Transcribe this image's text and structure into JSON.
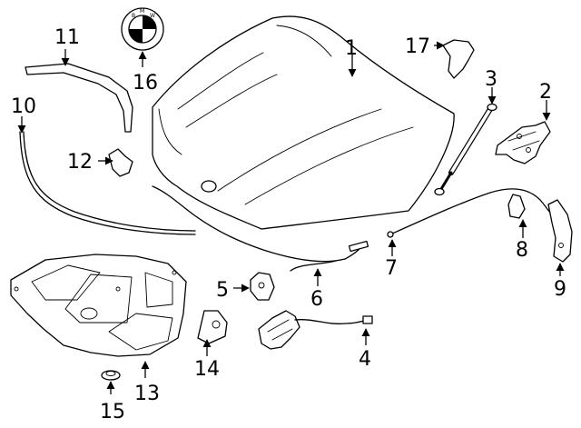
{
  "callouts": {
    "c1": "1",
    "c2": "2",
    "c3": "3",
    "c4": "4",
    "c5": "5",
    "c6": "6",
    "c7": "7",
    "c8": "8",
    "c9": "9",
    "c10": "10",
    "c11": "11",
    "c12": "12",
    "c13": "13",
    "c14": "14",
    "c15": "15",
    "c16": "16",
    "c17": "17"
  },
  "emblem": {
    "letters": [
      "B",
      "M",
      "W"
    ]
  }
}
